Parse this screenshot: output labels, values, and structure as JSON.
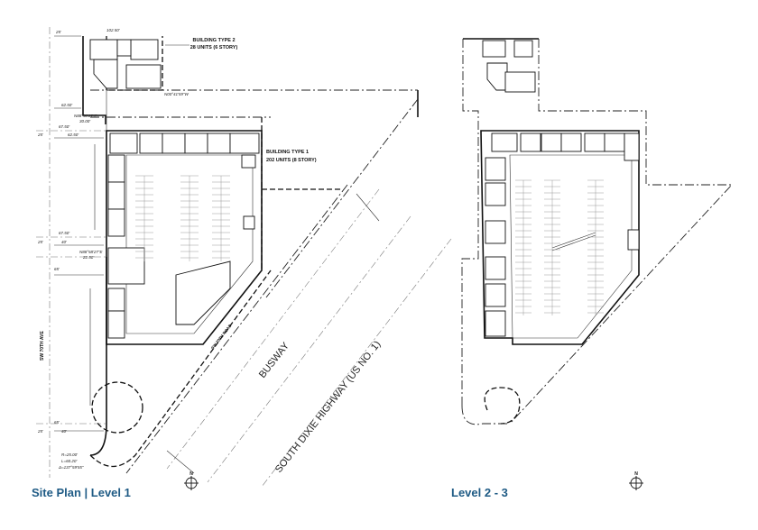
{
  "plans": [
    {
      "title": "Site Plan | Level 1",
      "labels": {
        "building2_name": "BUILDING TYPE 2",
        "building2_units": "28 UNITS (6 STORY)",
        "building1_name": "BUILDING TYPE 1",
        "building1_units": "202 UNITS (8 STORY)",
        "busway": "BUSWAY",
        "highway": "SOUTH DIXIE HIGHWAY (US NO. 1)",
        "side_street": "SW 70TH AVE",
        "diag_street": "SW 70TH ROAD",
        "bearing_top": "N00°41'59\"W",
        "bearing_1": "N88°58'27\"E",
        "bearing_1_dist": "30.00'",
        "bearing_2": "N88°58'27\"E",
        "bearing_2_dist": "22.50'",
        "curve_r": "R=25.00'",
        "curve_l": "L=60.20'",
        "curve_delta": "Δ=137°59'55\"",
        "north": "N"
      },
      "dimensions": [
        "25'",
        "102.50'",
        "62.50'",
        "67.50'",
        "62.50'",
        "25'",
        "67.50'",
        "25'",
        "40'",
        "65'",
        "65'",
        "25'",
        "40'"
      ]
    },
    {
      "title": "Level 2 - 3",
      "labels": {
        "north": "N"
      }
    }
  ]
}
